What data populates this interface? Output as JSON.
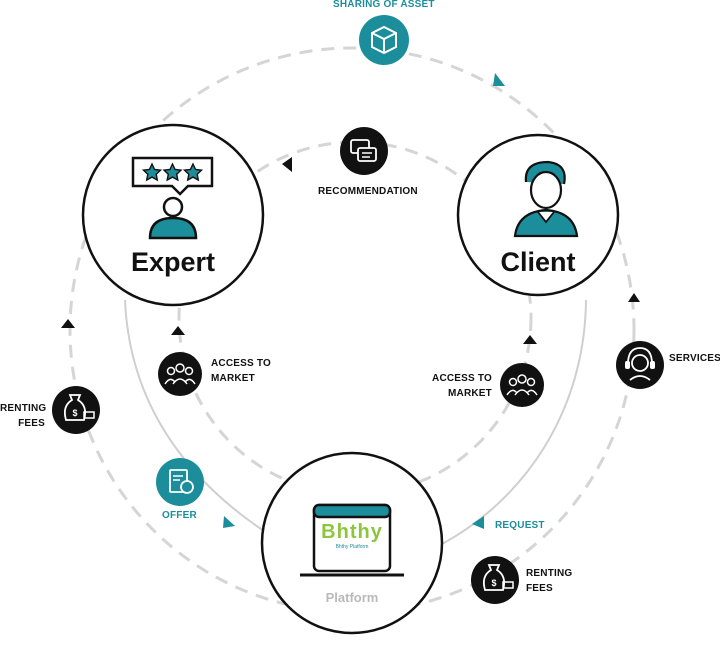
{
  "nodes": {
    "expert": {
      "label": "Expert"
    },
    "client": {
      "label": "Client"
    },
    "platform": {
      "label": "Platform",
      "logo_text": "Bhthy",
      "logo_subtext": "Bhthy Platform"
    }
  },
  "labels": {
    "sharing_of_asset": "SHARING OF ASSET",
    "recommendation": "RECOMMENDATION",
    "services": "SERVICES",
    "access_to_market_left": [
      "ACCESS TO",
      "MARKET"
    ],
    "access_to_market_right": [
      "ACCESS TO",
      "MARKET"
    ],
    "renting_fees_left": [
      "RENTING",
      "FEES"
    ],
    "renting_fees_right": [
      "RENTING",
      "FEES"
    ],
    "offer": "OFFER",
    "request": "REQUEST"
  },
  "icons": {
    "sharing_of_asset": "box-icon",
    "recommendation": "chat-bubbles-icon",
    "services": "headset-support-icon",
    "access_to_market": "people-group-icon",
    "renting_fees": "money-bag-icon",
    "offer": "certificate-icon",
    "expert": "expert-rating-icon",
    "client": "client-person-icon",
    "platform": "laptop-icon"
  },
  "colors": {
    "teal": "#1c8e9b",
    "dark": "#111111",
    "dashed_line": "#d5d5d5",
    "solid_line": "#cfcfcf",
    "platform_label": "#b9b9b9",
    "logo_green": "#8cc63f"
  }
}
